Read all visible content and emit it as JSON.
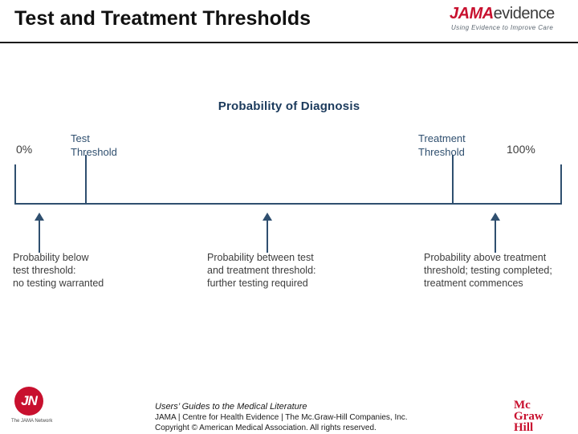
{
  "header": {
    "title": "Test and Treatment Thresholds",
    "logo": {
      "brand": "JAMA",
      "product": "evidence",
      "tagline": "Using Evidence to Improve Care"
    }
  },
  "diagram": {
    "title": "Probability of Diagnosis",
    "axis": {
      "start_label": "0%",
      "end_label": "100%"
    },
    "thresholds": [
      {
        "line1": "Test",
        "line2": "Threshold"
      },
      {
        "line1": "Treatment",
        "line2": "Threshold"
      }
    ],
    "captions": [
      {
        "line1": "Probability below",
        "line2": "test threshold:",
        "line3": "no testing warranted"
      },
      {
        "line1": "Probability between test",
        "line2": "and treatment threshold:",
        "line3": "further testing required"
      },
      {
        "line1": "Probability above treatment",
        "line2": "threshold; testing completed;",
        "line3": "treatment commences"
      }
    ]
  },
  "footer": {
    "jn_logo": {
      "letters": "JN",
      "caption": "The JAMA Network"
    },
    "credits": {
      "line1": "Users’ Guides to the Medical Literature",
      "line2": "JAMA | Centre for Health Evidence | The Mc.Graw-Hill Companies, Inc.",
      "line3": "Copyright © American Medical Association. All rights reserved."
    },
    "mcgraw": {
      "line1": "Mc",
      "line2": "Graw",
      "line3": "Hill"
    }
  },
  "colors": {
    "accent_red": "#c8102e",
    "diagram_blue": "#2f4f6f",
    "title_blue": "#1b3a5c"
  }
}
